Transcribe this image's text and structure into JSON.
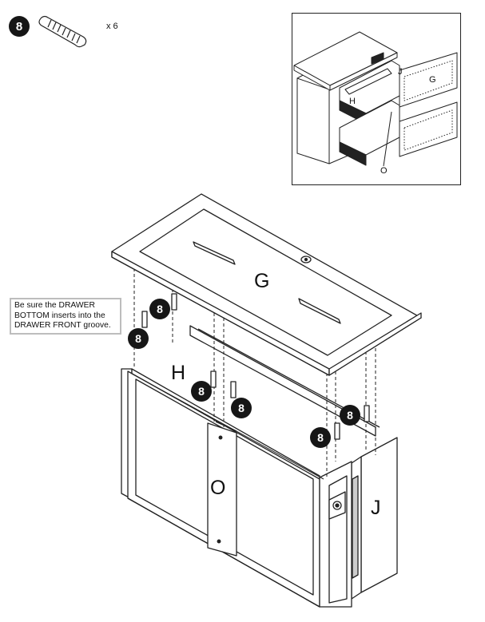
{
  "header": {
    "step_badge": "8",
    "quantity": "x 6",
    "dowel_icon": "wooden-dowel-icon"
  },
  "inset": {
    "labels": {
      "j": "J",
      "g": "G",
      "h": "H",
      "o": "O"
    }
  },
  "note": {
    "lines": [
      "Be sure the DRAWER",
      "BOTTOM inserts into the",
      "DRAWER FRONT groove."
    ]
  },
  "parts": {
    "g": "G",
    "h": "H",
    "o": "O",
    "j": "J"
  },
  "callouts": [
    "8",
    "8",
    "8",
    "8",
    "8",
    "8"
  ],
  "colors": {
    "badge": "#161616",
    "line": "#222222",
    "note_border": "#bdbdbd"
  }
}
